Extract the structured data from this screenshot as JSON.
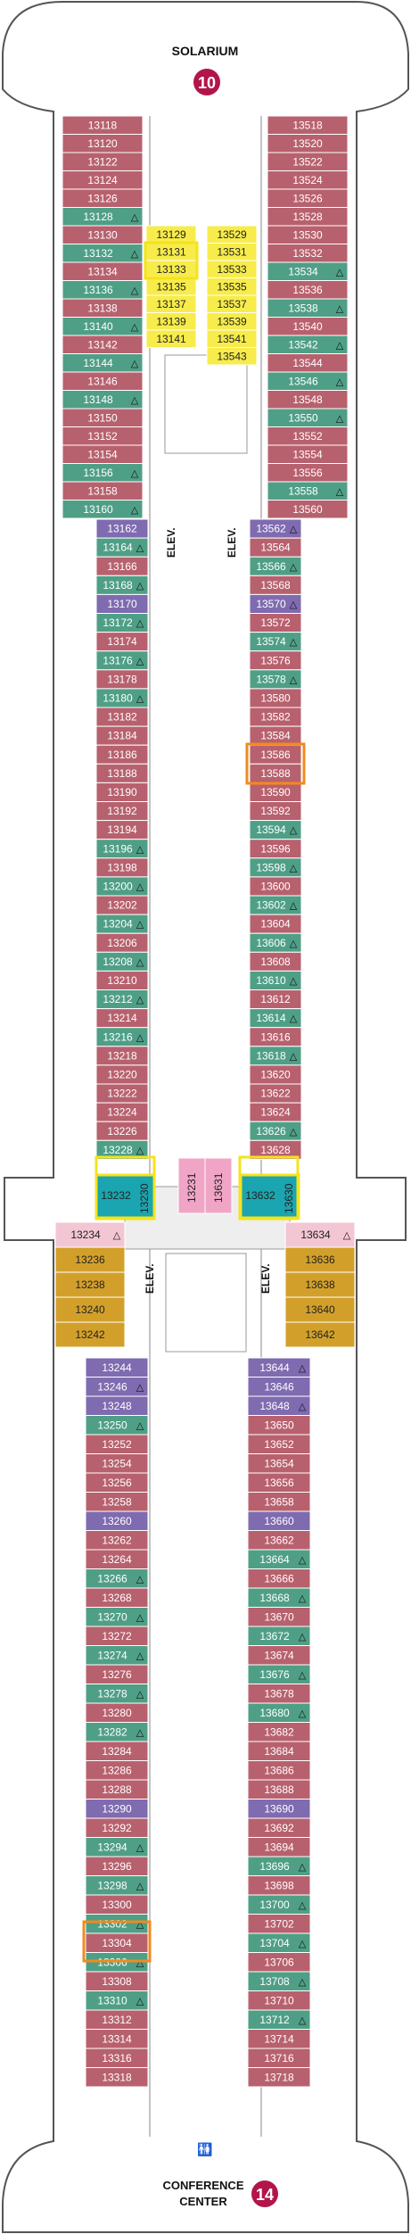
{
  "header": {
    "title": "SOLARIUM",
    "badge": "10"
  },
  "footer": {
    "title_line1": "CONFERENCE",
    "title_line2": "CENTER",
    "badge": "14"
  },
  "elevator_label": "ELEV.",
  "colors": {
    "balcony": "#b8616e",
    "oceanview": "#4f9f86",
    "suite": "#7f6bb0",
    "junior_suite": "#d2a02a",
    "spa": "#f7ec4b",
    "interior": "#f0a5c6",
    "accessible": "#1aa5b0",
    "highlight_yellow": "#f4e31c",
    "highlight_orange": "#f28a1e"
  },
  "upper_left_cabins": [
    {
      "n": "13118",
      "c": "balcony"
    },
    {
      "n": "13120",
      "c": "balcony"
    },
    {
      "n": "13122",
      "c": "balcony"
    },
    {
      "n": "13124",
      "c": "balcony"
    },
    {
      "n": "13126",
      "c": "balcony"
    },
    {
      "n": "13128",
      "c": "oceanview",
      "tri": true
    },
    {
      "n": "13130",
      "c": "balcony"
    },
    {
      "n": "13132",
      "c": "oceanview",
      "tri": true
    },
    {
      "n": "13134",
      "c": "balcony"
    },
    {
      "n": "13136",
      "c": "oceanview",
      "tri": true
    },
    {
      "n": "13138",
      "c": "balcony"
    },
    {
      "n": "13140",
      "c": "oceanview",
      "tri": true
    },
    {
      "n": "13142",
      "c": "balcony"
    },
    {
      "n": "13144",
      "c": "oceanview",
      "tri": true
    },
    {
      "n": "13146",
      "c": "balcony"
    },
    {
      "n": "13148",
      "c": "oceanview",
      "tri": true
    },
    {
      "n": "13150",
      "c": "balcony"
    },
    {
      "n": "13152",
      "c": "balcony"
    },
    {
      "n": "13154",
      "c": "balcony"
    },
    {
      "n": "13156",
      "c": "oceanview",
      "tri": true
    },
    {
      "n": "13158",
      "c": "balcony"
    },
    {
      "n": "13160",
      "c": "oceanview",
      "tri": true
    }
  ],
  "upper_right_cabins": [
    {
      "n": "13518",
      "c": "balcony"
    },
    {
      "n": "13520",
      "c": "balcony"
    },
    {
      "n": "13522",
      "c": "balcony"
    },
    {
      "n": "13524",
      "c": "balcony"
    },
    {
      "n": "13526",
      "c": "balcony"
    },
    {
      "n": "13528",
      "c": "balcony"
    },
    {
      "n": "13530",
      "c": "balcony"
    },
    {
      "n": "13532",
      "c": "balcony"
    },
    {
      "n": "13534",
      "c": "oceanview",
      "tri": true
    },
    {
      "n": "13536",
      "c": "balcony"
    },
    {
      "n": "13538",
      "c": "oceanview",
      "tri": true
    },
    {
      "n": "13540",
      "c": "balcony"
    },
    {
      "n": "13542",
      "c": "oceanview",
      "tri": true
    },
    {
      "n": "13544",
      "c": "balcony"
    },
    {
      "n": "13546",
      "c": "oceanview",
      "tri": true
    },
    {
      "n": "13548",
      "c": "balcony"
    },
    {
      "n": "13550",
      "c": "oceanview",
      "tri": true
    },
    {
      "n": "13552",
      "c": "balcony"
    },
    {
      "n": "13554",
      "c": "balcony"
    },
    {
      "n": "13556",
      "c": "balcony"
    },
    {
      "n": "13558",
      "c": "oceanview",
      "tri": true
    },
    {
      "n": "13560",
      "c": "balcony"
    }
  ],
  "inner_left_cabins": [
    "13129",
    "13131",
    "13133",
    "13135",
    "13137",
    "13139",
    "13141"
  ],
  "inner_right_cabins": [
    "13529",
    "13531",
    "13533",
    "13535",
    "13537",
    "13539",
    "13541",
    "13543"
  ],
  "mid_left_cabins": [
    {
      "n": "13162",
      "c": "suite"
    },
    {
      "n": "13164",
      "c": "oceanview",
      "tri": true
    },
    {
      "n": "13166",
      "c": "balcony"
    },
    {
      "n": "13168",
      "c": "oceanview",
      "tri": true
    },
    {
      "n": "13170",
      "c": "suite"
    },
    {
      "n": "13172",
      "c": "oceanview",
      "tri": true
    },
    {
      "n": "13174",
      "c": "balcony"
    },
    {
      "n": "13176",
      "c": "oceanview",
      "tri": true
    },
    {
      "n": "13178",
      "c": "balcony"
    },
    {
      "n": "13180",
      "c": "oceanview",
      "tri": true
    },
    {
      "n": "13182",
      "c": "balcony"
    },
    {
      "n": "13184",
      "c": "balcony"
    },
    {
      "n": "13186",
      "c": "balcony"
    },
    {
      "n": "13188",
      "c": "balcony"
    },
    {
      "n": "13190",
      "c": "balcony"
    },
    {
      "n": "13192",
      "c": "balcony"
    },
    {
      "n": "13194",
      "c": "balcony"
    },
    {
      "n": "13196",
      "c": "oceanview",
      "tri": true
    },
    {
      "n": "13198",
      "c": "balcony"
    },
    {
      "n": "13200",
      "c": "oceanview",
      "tri": true
    },
    {
      "n": "13202",
      "c": "balcony"
    },
    {
      "n": "13204",
      "c": "oceanview",
      "tri": true
    },
    {
      "n": "13206",
      "c": "balcony"
    },
    {
      "n": "13208",
      "c": "oceanview",
      "tri": true
    },
    {
      "n": "13210",
      "c": "balcony"
    },
    {
      "n": "13212",
      "c": "oceanview",
      "tri": true
    },
    {
      "n": "13214",
      "c": "balcony"
    },
    {
      "n": "13216",
      "c": "oceanview",
      "tri": true
    },
    {
      "n": "13218",
      "c": "balcony"
    },
    {
      "n": "13220",
      "c": "balcony"
    },
    {
      "n": "13222",
      "c": "balcony"
    },
    {
      "n": "13224",
      "c": "balcony"
    },
    {
      "n": "13226",
      "c": "balcony"
    },
    {
      "n": "13228",
      "c": "oceanview",
      "tri": true
    }
  ],
  "mid_right_cabins": [
    {
      "n": "13562",
      "c": "suite",
      "tri": true
    },
    {
      "n": "13564",
      "c": "balcony"
    },
    {
      "n": "13566",
      "c": "oceanview",
      "tri": true
    },
    {
      "n": "13568",
      "c": "balcony"
    },
    {
      "n": "13570",
      "c": "suite",
      "tri": true
    },
    {
      "n": "13572",
      "c": "balcony"
    },
    {
      "n": "13574",
      "c": "oceanview",
      "tri": true
    },
    {
      "n": "13576",
      "c": "balcony"
    },
    {
      "n": "13578",
      "c": "oceanview",
      "tri": true
    },
    {
      "n": "13580",
      "c": "balcony"
    },
    {
      "n": "13582",
      "c": "balcony"
    },
    {
      "n": "13584",
      "c": "balcony"
    },
    {
      "n": "13586",
      "c": "balcony"
    },
    {
      "n": "13588",
      "c": "balcony"
    },
    {
      "n": "13590",
      "c": "balcony"
    },
    {
      "n": "13592",
      "c": "balcony"
    },
    {
      "n": "13594",
      "c": "oceanview",
      "tri": true
    },
    {
      "n": "13596",
      "c": "balcony"
    },
    {
      "n": "13598",
      "c": "oceanview",
      "tri": true
    },
    {
      "n": "13600",
      "c": "balcony"
    },
    {
      "n": "13602",
      "c": "oceanview",
      "tri": true
    },
    {
      "n": "13604",
      "c": "balcony"
    },
    {
      "n": "13606",
      "c": "oceanview",
      "tri": true
    },
    {
      "n": "13608",
      "c": "balcony"
    },
    {
      "n": "13610",
      "c": "oceanview",
      "tri": true
    },
    {
      "n": "13612",
      "c": "balcony"
    },
    {
      "n": "13614",
      "c": "oceanview",
      "tri": true
    },
    {
      "n": "13616",
      "c": "balcony"
    },
    {
      "n": "13618",
      "c": "oceanview",
      "tri": true
    },
    {
      "n": "13620",
      "c": "balcony"
    },
    {
      "n": "13622",
      "c": "balcony"
    },
    {
      "n": "13624",
      "c": "balcony"
    },
    {
      "n": "13626",
      "c": "oceanview",
      "tri": true
    },
    {
      "n": "13628",
      "c": "balcony"
    }
  ],
  "center_interior": [
    "13231",
    "13631"
  ],
  "accessible_left": {
    "n": "13232",
    "side": "13230"
  },
  "accessible_right": {
    "n": "13632",
    "side": "13630"
  },
  "junior_left": [
    {
      "n": "13234",
      "c": "jsuite_pink",
      "tri": true
    },
    {
      "n": "13236",
      "c": "junior_suite"
    },
    {
      "n": "13238",
      "c": "junior_suite"
    },
    {
      "n": "13240",
      "c": "junior_suite"
    },
    {
      "n": "13242",
      "c": "junior_suite"
    }
  ],
  "junior_right": [
    {
      "n": "13634",
      "c": "jsuite_pink",
      "tri": true
    },
    {
      "n": "13636",
      "c": "junior_suite"
    },
    {
      "n": "13638",
      "c": "junior_suite"
    },
    {
      "n": "13640",
      "c": "junior_suite"
    },
    {
      "n": "13642",
      "c": "junior_suite"
    }
  ],
  "aft_left_cabins": [
    {
      "n": "13244",
      "c": "suite"
    },
    {
      "n": "13246",
      "c": "suite",
      "tri": true
    },
    {
      "n": "13248",
      "c": "suite"
    },
    {
      "n": "13250",
      "c": "oceanview",
      "tri": true
    },
    {
      "n": "13252",
      "c": "balcony"
    },
    {
      "n": "13254",
      "c": "balcony"
    },
    {
      "n": "13256",
      "c": "balcony"
    },
    {
      "n": "13258",
      "c": "balcony"
    },
    {
      "n": "13260",
      "c": "suite"
    },
    {
      "n": "13262",
      "c": "balcony"
    },
    {
      "n": "13264",
      "c": "balcony"
    },
    {
      "n": "13266",
      "c": "oceanview",
      "tri": true
    },
    {
      "n": "13268",
      "c": "balcony"
    },
    {
      "n": "13270",
      "c": "oceanview",
      "tri": true
    },
    {
      "n": "13272",
      "c": "balcony"
    },
    {
      "n": "13274",
      "c": "oceanview",
      "tri": true
    },
    {
      "n": "13276",
      "c": "balcony"
    },
    {
      "n": "13278",
      "c": "oceanview",
      "tri": true
    },
    {
      "n": "13280",
      "c": "balcony"
    },
    {
      "n": "13282",
      "c": "oceanview",
      "tri": true
    },
    {
      "n": "13284",
      "c": "balcony"
    },
    {
      "n": "13286",
      "c": "balcony"
    },
    {
      "n": "13288",
      "c": "balcony"
    },
    {
      "n": "13290",
      "c": "suite"
    },
    {
      "n": "13292",
      "c": "balcony"
    },
    {
      "n": "13294",
      "c": "oceanview",
      "tri": true
    },
    {
      "n": "13296",
      "c": "balcony"
    },
    {
      "n": "13298",
      "c": "oceanview",
      "tri": true
    },
    {
      "n": "13300",
      "c": "balcony"
    },
    {
      "n": "13302",
      "c": "oceanview",
      "tri": true
    },
    {
      "n": "13304",
      "c": "balcony"
    },
    {
      "n": "13306",
      "c": "oceanview",
      "tri": true
    },
    {
      "n": "13308",
      "c": "balcony"
    },
    {
      "n": "13310",
      "c": "oceanview",
      "tri": true
    },
    {
      "n": "13312",
      "c": "balcony"
    },
    {
      "n": "13314",
      "c": "balcony"
    },
    {
      "n": "13316",
      "c": "balcony"
    },
    {
      "n": "13318",
      "c": "balcony"
    }
  ],
  "aft_right_cabins": [
    {
      "n": "13644",
      "c": "suite",
      "tri": true
    },
    {
      "n": "13646",
      "c": "suite"
    },
    {
      "n": "13648",
      "c": "suite",
      "tri": true
    },
    {
      "n": "13650",
      "c": "balcony"
    },
    {
      "n": "13652",
      "c": "balcony"
    },
    {
      "n": "13654",
      "c": "balcony"
    },
    {
      "n": "13656",
      "c": "balcony"
    },
    {
      "n": "13658",
      "c": "balcony"
    },
    {
      "n": "13660",
      "c": "suite"
    },
    {
      "n": "13662",
      "c": "balcony"
    },
    {
      "n": "13664",
      "c": "oceanview",
      "tri": true
    },
    {
      "n": "13666",
      "c": "balcony"
    },
    {
      "n": "13668",
      "c": "oceanview",
      "tri": true
    },
    {
      "n": "13670",
      "c": "balcony"
    },
    {
      "n": "13672",
      "c": "oceanview",
      "tri": true
    },
    {
      "n": "13674",
      "c": "balcony"
    },
    {
      "n": "13676",
      "c": "oceanview",
      "tri": true
    },
    {
      "n": "13678",
      "c": "balcony"
    },
    {
      "n": "13680",
      "c": "oceanview",
      "tri": true
    },
    {
      "n": "13682",
      "c": "balcony"
    },
    {
      "n": "13684",
      "c": "balcony"
    },
    {
      "n": "13686",
      "c": "balcony"
    },
    {
      "n": "13688",
      "c": "balcony"
    },
    {
      "n": "13690",
      "c": "suite"
    },
    {
      "n": "13692",
      "c": "balcony"
    },
    {
      "n": "13694",
      "c": "balcony"
    },
    {
      "n": "13696",
      "c": "oceanview",
      "tri": true
    },
    {
      "n": "13698",
      "c": "balcony"
    },
    {
      "n": "13700",
      "c": "oceanview",
      "tri": true
    },
    {
      "n": "13702",
      "c": "balcony"
    },
    {
      "n": "13704",
      "c": "oceanview",
      "tri": true
    },
    {
      "n": "13706",
      "c": "balcony"
    },
    {
      "n": "13708",
      "c": "oceanview",
      "tri": true
    },
    {
      "n": "13710",
      "c": "balcony"
    },
    {
      "n": "13712",
      "c": "oceanview",
      "tri": true
    },
    {
      "n": "13714",
      "c": "balcony"
    },
    {
      "n": "13716",
      "c": "balcony"
    },
    {
      "n": "13718",
      "c": "balcony"
    }
  ]
}
